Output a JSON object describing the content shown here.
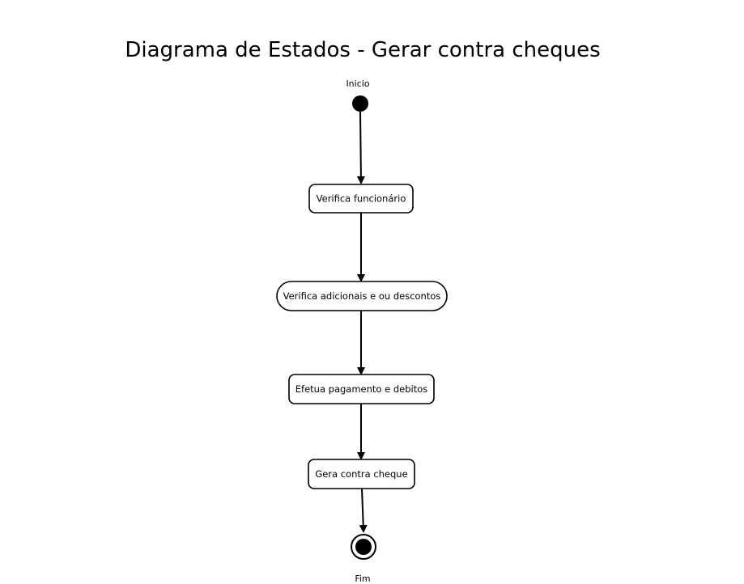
{
  "diagram": {
    "title": "Diagrama de Estados - Gerar contra cheques",
    "start_label": "Inicio",
    "end_label": "Fim",
    "states": [
      {
        "id": "s1",
        "label": "Verifica funcionário"
      },
      {
        "id": "s2",
        "label": "Verifica adicionais e ou descontos"
      },
      {
        "id": "s3",
        "label": "Efetua pagamento e debitos"
      },
      {
        "id": "s4",
        "label": "Gera contra cheque"
      }
    ],
    "transitions": [
      {
        "from": "start",
        "to": "s1"
      },
      {
        "from": "s1",
        "to": "s2"
      },
      {
        "from": "s2",
        "to": "s3"
      },
      {
        "from": "s3",
        "to": "s4"
      },
      {
        "from": "s4",
        "to": "end"
      }
    ],
    "colors": {
      "stroke": "#000000",
      "fill": "#ffffff"
    }
  }
}
